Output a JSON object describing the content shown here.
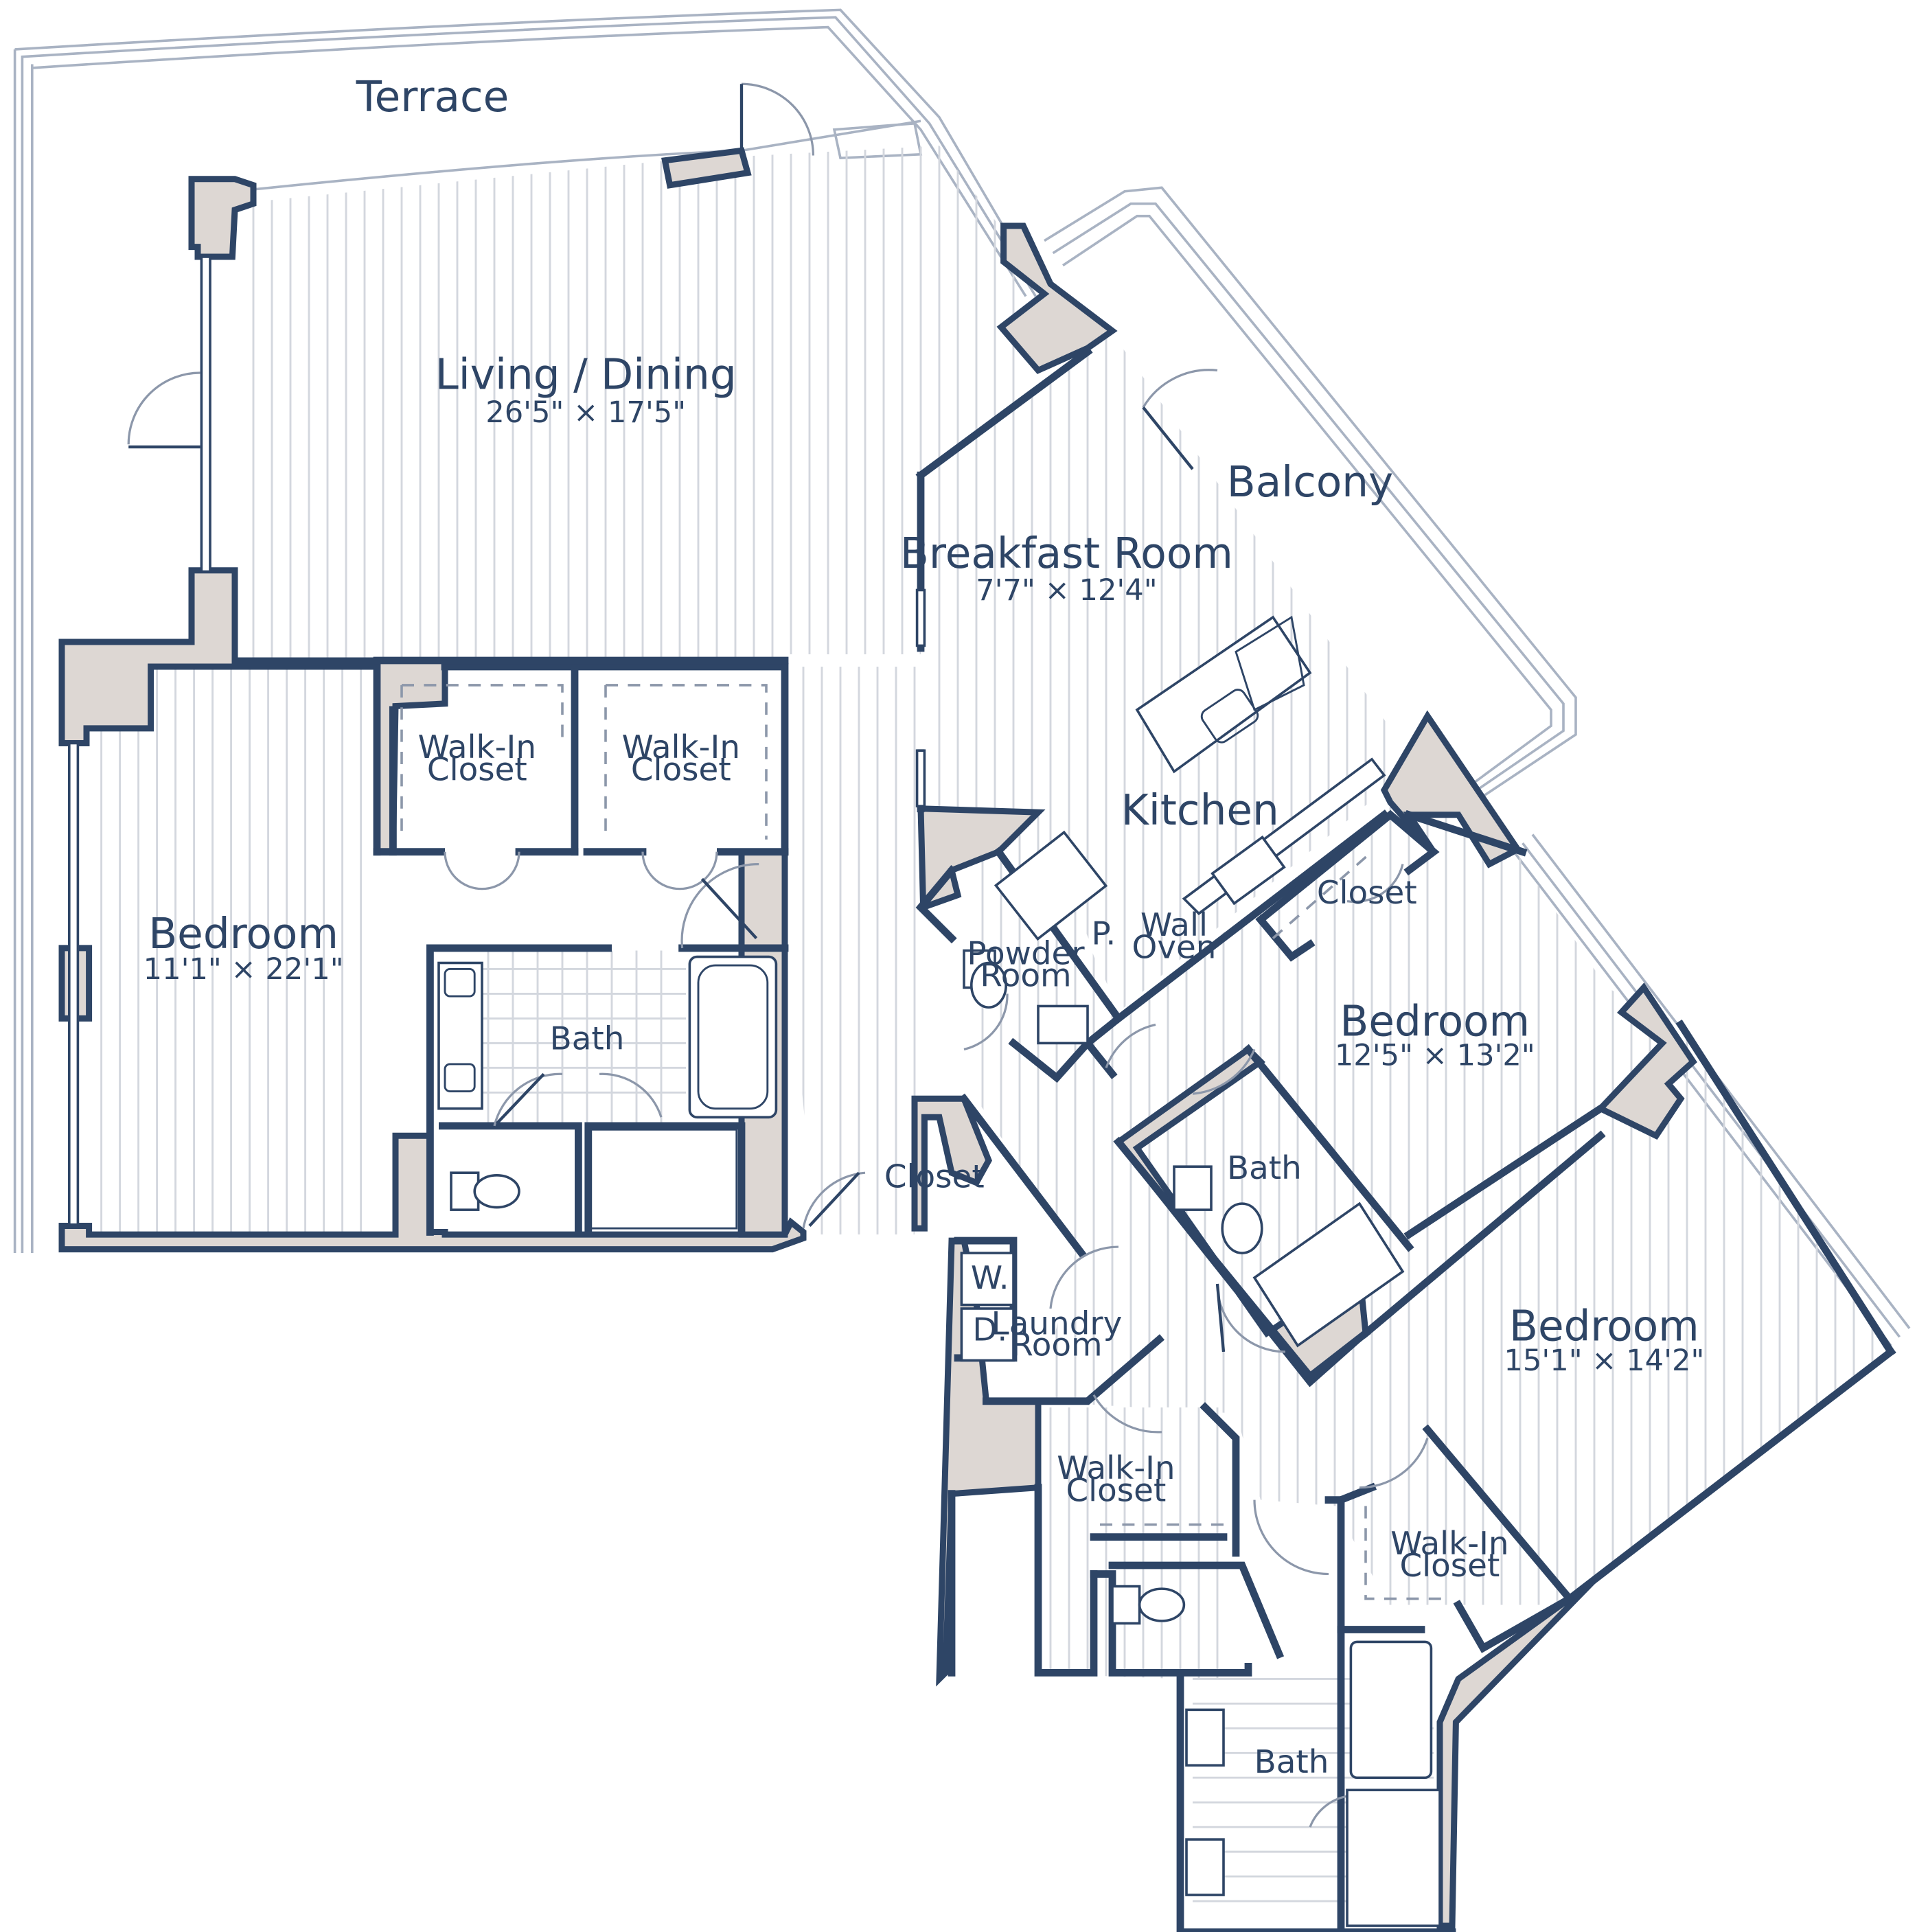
{
  "plan": {
    "rooms": {
      "terrace": {
        "name": "Terrace"
      },
      "living_dining": {
        "name": "Living / Dining",
        "dimensions": "26'5\" × 17'5\""
      },
      "balcony": {
        "name": "Balcony"
      },
      "breakfast_room": {
        "name": "Breakfast Room",
        "dimensions": "7'7\" × 12'4\""
      },
      "kitchen": {
        "name": "Kitchen"
      },
      "bedroom_west": {
        "name": "Bedroom",
        "dimensions": "11'1\" × 22'1\""
      },
      "walk_in_closet_1": {
        "line1": "Walk-In",
        "line2": "Closet"
      },
      "walk_in_closet_2": {
        "line1": "Walk-In",
        "line2": "Closet"
      },
      "bath_primary": {
        "name": "Bath"
      },
      "powder_room": {
        "line1": "Powder",
        "line2": "Room"
      },
      "pantry": {
        "name": "P."
      },
      "wall_oven": {
        "line1": "Wall",
        "line2": "Oven"
      },
      "closet_kitchen": {
        "name": "Closet"
      },
      "bedroom_middle": {
        "name": "Bedroom",
        "dimensions": "12'5\" × 13'2\""
      },
      "bath_middle": {
        "name": "Bath"
      },
      "closet_hall": {
        "name": "Closet"
      },
      "washer": {
        "name": "W."
      },
      "dryer": {
        "name": "D."
      },
      "laundry_room": {
        "line1": "Laundry",
        "line2": "Room"
      },
      "bedroom_east": {
        "name": "Bedroom",
        "dimensions": "15'1\" × 14'2\""
      },
      "walk_in_closet_3": {
        "line1": "Walk-In",
        "line2": "Closet"
      },
      "walk_in_closet_4": {
        "line1": "Walk-In",
        "line2": "Closet"
      },
      "bath_south": {
        "name": "Bath"
      }
    },
    "colors": {
      "wall_fill": "#ddd7d3",
      "wall_stroke": "#2e4566",
      "label": "#2e4566",
      "floor_lines": "#d3d7de"
    }
  }
}
